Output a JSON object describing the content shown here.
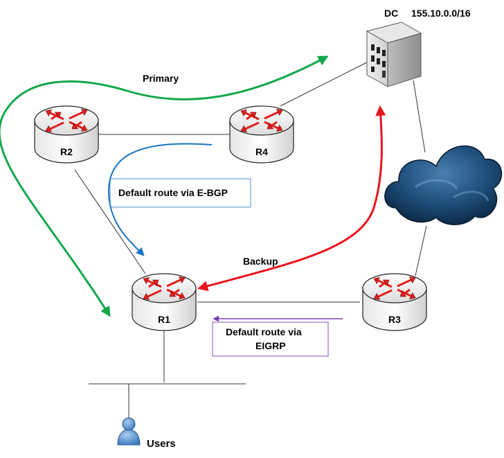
{
  "dc": {
    "label": "DC",
    "prefix": "155.10.0.0/16"
  },
  "routers": {
    "r1": {
      "label": "R1"
    },
    "r2": {
      "label": "R2"
    },
    "r3": {
      "label": "R3"
    },
    "r4": {
      "label": "R4"
    }
  },
  "paths": {
    "primary_label": "Primary",
    "backup_label": "Backup"
  },
  "annotations": {
    "ebgp_text": "Default route via E-BGP",
    "eigrp_line1": "Default route via",
    "eigrp_line2": "EIGRP"
  },
  "users": {
    "label": "Users"
  },
  "colors": {
    "primary": "#12a84a",
    "backup": "#e8141b",
    "ebgp": "#1874c2",
    "eigrp": "#7a3fb0",
    "router_arrows": "#e01e1e"
  },
  "icons": {
    "dc": "building-icon",
    "cloud": "cloud-icon",
    "router": "router-icon",
    "user": "user-icon"
  }
}
